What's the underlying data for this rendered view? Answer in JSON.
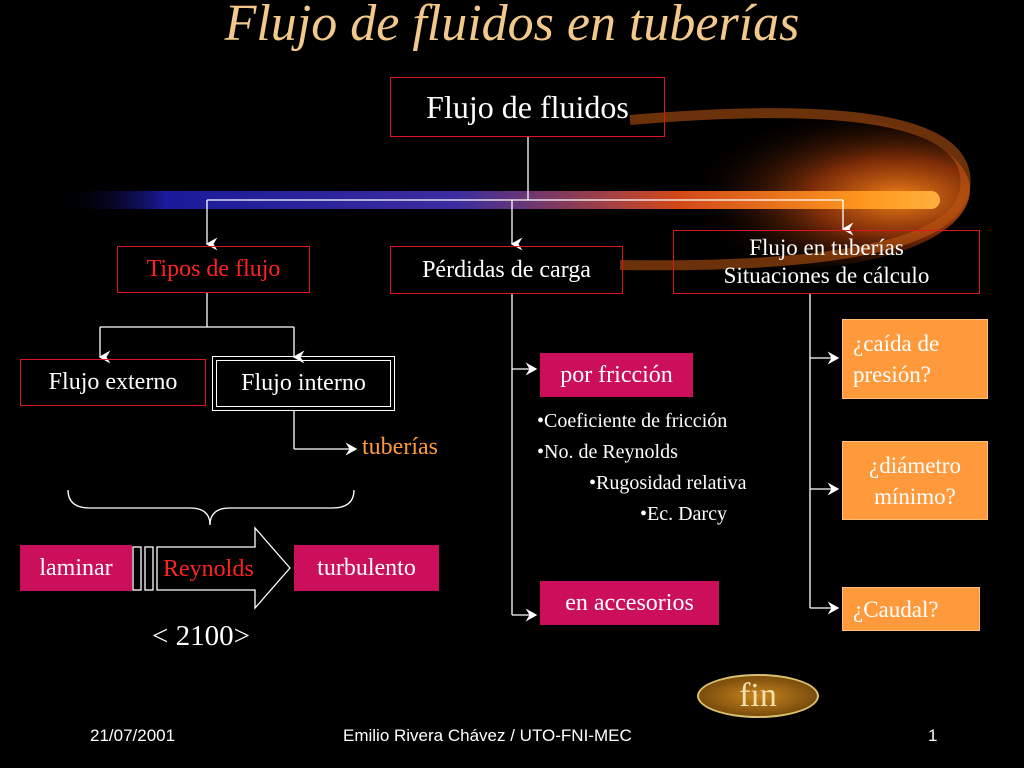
{
  "title": "Flujo de fluidos en tuberías",
  "nodes": {
    "root": "Flujo de fluidos",
    "tipos": "Tipos de flujo",
    "perdidas": "Pérdidas de carga",
    "flujo_tuberias_line1": "Flujo en tuberías",
    "flujo_tuberias_line2": "Situaciones de cálculo",
    "externo": "Flujo externo",
    "interno": "Flujo interno",
    "tuberias": "tuberías",
    "laminar": "laminar",
    "reynolds": "Reynolds",
    "turbulento": "turbulento",
    "reynolds_limit": "< 2100>",
    "friccion": "por fricción",
    "accesorios": "en accesorios",
    "caida_line1": "¿caída de",
    "caida_line2": "presión?",
    "diametro_line1": "¿diámetro",
    "diametro_line2": "mínimo?",
    "caudal": "¿Caudal?"
  },
  "bullets": [
    "•Coeficiente de fricción",
    "•No. de Reynolds",
    "•Rugosidad relativa",
    "•Ec. Darcy"
  ],
  "fin_button": "fin",
  "footer": {
    "date": "21/07/2001",
    "author": "Emilio Rivera Chávez / UTO-FNI-MEC",
    "page": "1"
  },
  "colors": {
    "title": "#f2c98a",
    "box_border": "#e0141e",
    "pink_box": "#cc0f5a",
    "orange_box": "#ff9a3c"
  }
}
